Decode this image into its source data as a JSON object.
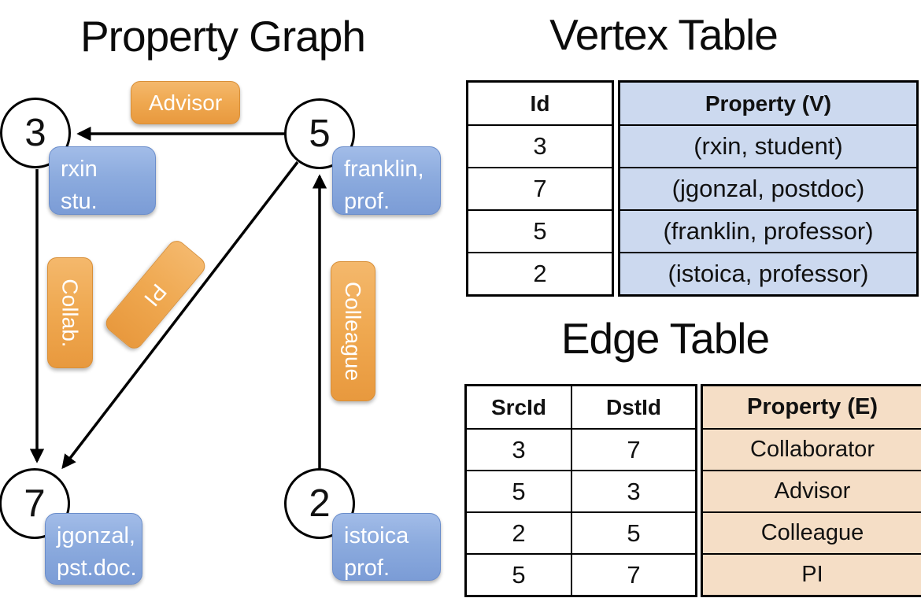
{
  "diagram": {
    "title": "Property Graph",
    "nodes": {
      "n3": {
        "id": "3",
        "line1": "rxin",
        "line2": "stu."
      },
      "n5": {
        "id": "5",
        "line1": "franklin,",
        "line2": "prof."
      },
      "n7": {
        "id": "7",
        "line1": "jgonzal,",
        "line2": "pst.doc."
      },
      "n2": {
        "id": "2",
        "line1": "istoica",
        "line2": "prof."
      }
    },
    "edge_labels": {
      "advisor": "Advisor",
      "collab": "Collab.",
      "pi": "PI",
      "colleague": "Colleague"
    },
    "edges": [
      {
        "from": "5",
        "to": "3",
        "label": "Advisor"
      },
      {
        "from": "3",
        "to": "7",
        "label": "Collab."
      },
      {
        "from": "5",
        "to": "7",
        "label": "PI"
      },
      {
        "from": "2",
        "to": "5",
        "label": "Colleague"
      }
    ]
  },
  "vertex_table": {
    "title": "Vertex Table",
    "headers": {
      "id": "Id",
      "property": "Property (V)"
    },
    "rows": [
      {
        "id": "3",
        "property": "(rxin, student)"
      },
      {
        "id": "7",
        "property": "(jgonzal, postdoc)"
      },
      {
        "id": "5",
        "property": "(franklin, professor)"
      },
      {
        "id": "2",
        "property": "(istoica, professor)"
      }
    ]
  },
  "edge_table": {
    "title": "Edge Table",
    "headers": {
      "src": "SrcId",
      "dst": "DstId",
      "property": "Property (E)"
    },
    "rows": [
      {
        "src": "3",
        "dst": "7",
        "property": "Collaborator"
      },
      {
        "src": "5",
        "dst": "3",
        "property": "Advisor"
      },
      {
        "src": "2",
        "dst": "5",
        "property": "Colleague"
      },
      {
        "src": "5",
        "dst": "7",
        "property": "PI"
      }
    ]
  },
  "colors": {
    "vertex_box_blue": "#8cabde",
    "edge_label_orange": "#efa850",
    "vertex_table_fill": "#ccd9ef",
    "edge_table_fill": "#f5dec6",
    "line_black": "#000000"
  }
}
